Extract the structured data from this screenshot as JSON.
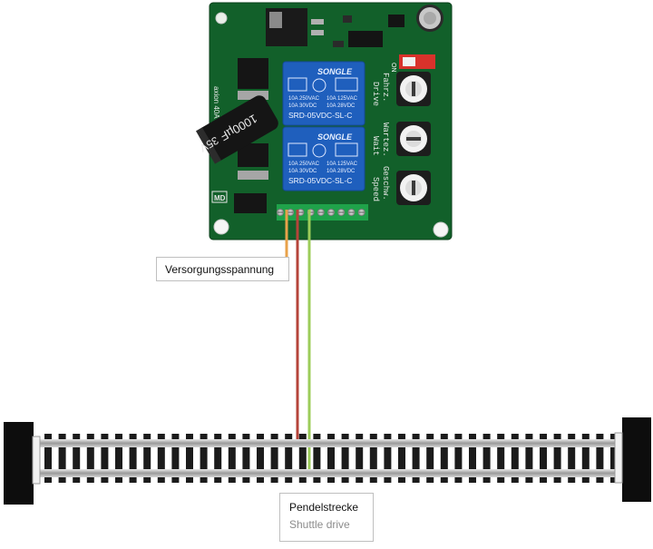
{
  "board": {
    "relays": [
      {
        "brand": "SONGLE",
        "ratings": [
          "10A 250VAC",
          "10A 30VDC",
          "10A 125VAC",
          "10A 28VDC"
        ],
        "model": "SRD-05VDC-SL-C"
      },
      {
        "brand": "SONGLE",
        "ratings": [
          "10A 250VAC",
          "10A 30VDC",
          "10A 125VAC",
          "10A 28VDC"
        ],
        "model": "SRD-05VDC-SL-C"
      }
    ],
    "capacitor": {
      "value": "1000µF",
      "voltage": "35V"
    },
    "silkscreen": {
      "side_label": "axion 40A",
      "col_drive": "Drive",
      "col_drive_de": "Fahrz.",
      "col_wait": "Wait",
      "col_wait_de": "Wartez.",
      "col_speed": "Speed",
      "col_speed_de": "Geschw.",
      "switch_label": "ON",
      "logo": "MD"
    }
  },
  "labels": {
    "supply": "Versorgungsspannung",
    "track_de": "Pendelstrecke",
    "track_en": "Shuttle drive"
  },
  "colors": {
    "pcb": "#12602a",
    "relay": "#1f5fbd",
    "terminal": "#1fa24a",
    "wire_orange": "#e8a24a",
    "wire_red": "#b5443a",
    "wire_green": "#9ccc5a",
    "dip_switch": "#d8322b"
  }
}
